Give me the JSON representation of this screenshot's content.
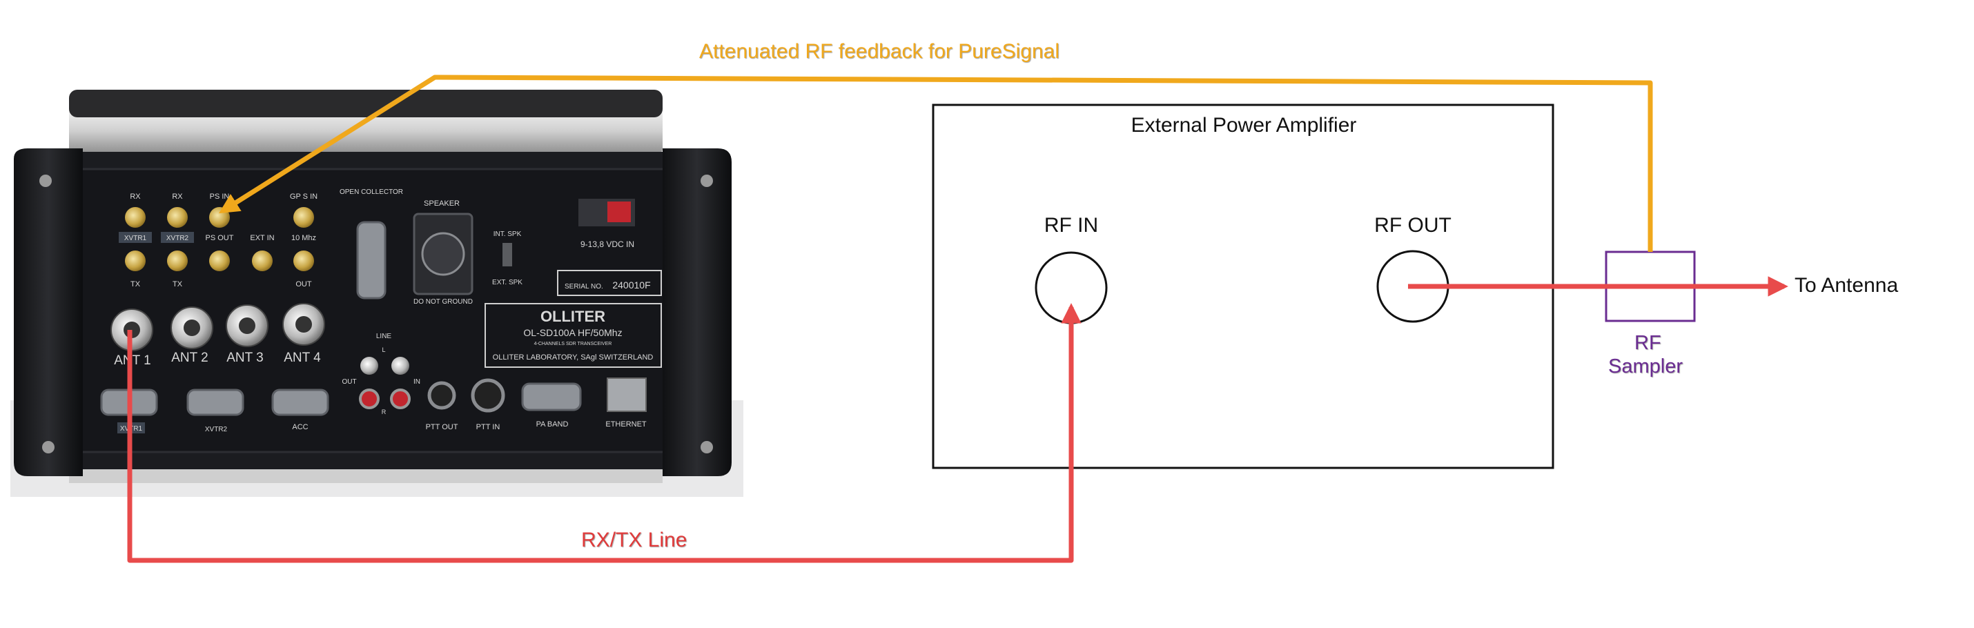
{
  "annotations": {
    "feedback": "Attenuated RF feedback for PureSignal",
    "rxtx": "RX/TX Line",
    "to_antenna": "To Antenna",
    "sampler_line1": "RF",
    "sampler_line2": "Sampler"
  },
  "amplifier": {
    "title": "External Power Amplifier",
    "rf_in": "RF IN",
    "rf_out": "RF OUT"
  },
  "device": {
    "top_labels": [
      "RX",
      "RX",
      "PS IN",
      "GP S IN"
    ],
    "open_collector": "OPEN COLLECTOR",
    "speaker": "SPEAKER",
    "power_label": "9-13,8 VDC IN",
    "xvtr1": "XVTR1",
    "xvtr2": "XVTR2",
    "ps_out": "PS OUT",
    "ext_in": "EXT IN",
    "ten_mhz": "10 Mhz",
    "tx1": "TX",
    "tx2": "TX",
    "out": "OUT",
    "int_spk": "INT. SPK",
    "ext_spk": "EXT. SPK",
    "do_not_ground": "DO  NOT  GROUND",
    "serial_label": "SERIAL NO.",
    "serial_value": "240010F",
    "antennas": [
      "ANT 1",
      "ANT 2",
      "ANT 3",
      "ANT 4"
    ],
    "brand": "OLLITER",
    "model": "OL-SD100A HF/50Mhz",
    "model_sub": "4-CHANNELS SDR TRANSCEIVER",
    "lab": "OLLITER LABORATORY, SAgl SWITZERLAND",
    "line": "LINE",
    "line_l": "L",
    "line_r": "R",
    "line_out": "OUT",
    "line_in": "IN",
    "ptt_out": "PTT OUT",
    "ptt_in": "PTT IN",
    "pa_band": "PA BAND",
    "ethernet": "ETHERNET",
    "bottom_xvtr1": "XVTR1",
    "bottom_xvtr2": "XVTR2",
    "acc": "ACC"
  },
  "colors": {
    "feedback_line": "#f0a81c",
    "rxtx_line": "#e84b4b",
    "rxtx_text": "#e03a3a",
    "sampler": "#6a2c91",
    "panel": "#1c1d21"
  }
}
